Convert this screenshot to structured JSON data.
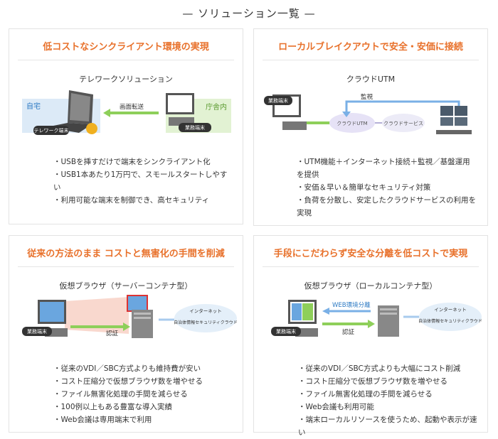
{
  "page": {
    "heading": "— ソリューション一覧 —"
  },
  "cards": [
    {
      "title": "低コストなシンクライアント環境の実現",
      "diagram_title": "テレワークソリューション",
      "labels": {
        "home": "自宅",
        "office": "庁舎内",
        "transfer": "画面転送",
        "telework_terminal": "テレワーク端末",
        "work_terminal": "業務端末"
      },
      "bullets": [
        "USBを挿すだけで端末をシンクライアント化",
        "USB1本あたり1万円で、スモールスタートしやすい",
        "利用可能な端末を制御でき、高セキュリティ"
      ]
    },
    {
      "title": "ローカルブレイクアウトで安全・安価に接続",
      "diagram_title": "クラウドUTM",
      "labels": {
        "work_terminal": "業務端末",
        "monitor": "監視",
        "cloud_utm": "クラウドUTM",
        "cloud_service": "クラウドサービス"
      },
      "bullets": [
        "UTM機能＋インターネット接続＋監視／基盤運用を提供",
        "安価＆早い＆簡単なセキュリティ対策",
        "負荷を分散し、安定したクラウドサービスの利用を実現"
      ]
    },
    {
      "title": "従来の方法のまま コストと無害化の手間を削減",
      "diagram_title": "仮想ブラウザ（サーバーコンテナ型）",
      "labels": {
        "work_terminal": "業務端末",
        "auth": "認証",
        "internet": "インターネット",
        "security_cloud": "自治体情報セキュリティクラウド"
      },
      "bullets": [
        "従来のVDI／SBC方式よりも維持費が安い",
        "コスト圧縮分で仮想ブラウザ数を増やせる",
        "ファイル無害化処理の手間を減らせる",
        "100例以上もある豊富な導入実績",
        "Web会議は専用端末で利用"
      ]
    },
    {
      "title": "手段にこだわらず安全な分離を低コストで実現",
      "diagram_title": "仮想ブラウザ（ローカルコンテナ型）",
      "labels": {
        "work_terminal": "業務端末",
        "web_separation": "WEB環境分離",
        "auth": "認証",
        "internet": "インターネット",
        "security_cloud": "自治体情報セキュリティクラウド"
      },
      "bullets": [
        "従来のVDI／SBC方式よりも大幅にコスト削減",
        "コスト圧縮分で仮想ブラウザ数を増やせる",
        "ファイル無害化処理の手間を減らせる",
        "Web会議も利用可能",
        "端末ローカルリソースを使うため、起動や表示が速い"
      ]
    }
  ]
}
